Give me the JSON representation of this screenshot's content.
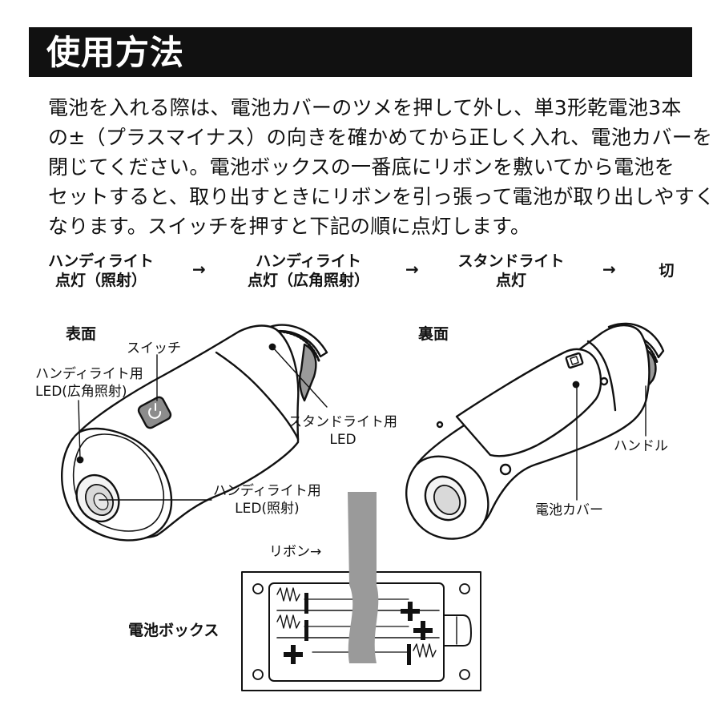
{
  "header": {
    "title": "使用方法"
  },
  "instructions": {
    "lines": [
      "電池を入れる際は、電池カバーのツメを押して外し、単3形乾電池3本",
      "の±（プラスマイナス）の向きを確かめてから正しく入れ、電池カバーを",
      "閉じてください。電池ボックスの一番底にリボンを敷いてから電池を",
      "セットすると、取り出すときにリボンを引っ張って電池が取り出しやすく",
      "なります。スイッチを押すと下記の順に点灯します。"
    ]
  },
  "sequence": {
    "steps": [
      {
        "line1": "ハンディライト",
        "line2": "点灯（照射）"
      },
      {
        "line1": "ハンディライト",
        "line2": "点灯（広角照射）"
      },
      {
        "line1": "スタンドライト",
        "line2": "点灯"
      },
      {
        "line1": "切",
        "line2": ""
      }
    ],
    "arrow": "→"
  },
  "labels": {
    "front": "表面",
    "back": "裏面",
    "switch": "スイッチ",
    "wide_led_1": "ハンディライト用",
    "wide_led_2": "LED(広角照射)",
    "stand_led_1": "スタンドライト用",
    "stand_led_2": "LED",
    "spot_led_1": "ハンディライト用",
    "spot_led_2": "LED(照射)",
    "handle": "ハンドル",
    "battery_cover": "電池カバー",
    "ribbon": "リボン→",
    "battery_box": "電池ボックス"
  },
  "colors": {
    "header_bg": "#111111",
    "ribbon": "#9a9a9a",
    "switch": "#8c8c8c"
  }
}
